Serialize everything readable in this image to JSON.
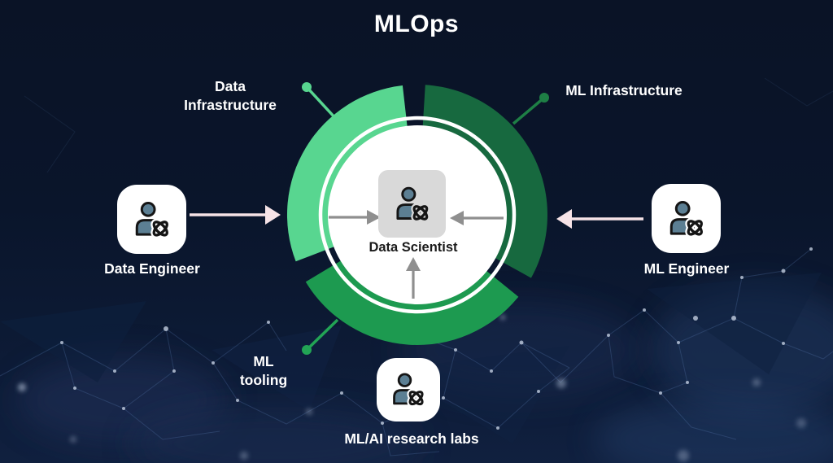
{
  "title": "MLOps",
  "donut": {
    "center_label": "Data Scientist",
    "segments": [
      {
        "name": "data-infrastructure",
        "label_line1": "Data",
        "label_line2": "Infrastructure",
        "color": "#58d690",
        "leader_color": "#58d690"
      },
      {
        "name": "ml-infrastructure",
        "label_line1": "ML Infrastructure",
        "label_line2": "",
        "color": "#17693f",
        "leader_color": "#1e7f45"
      },
      {
        "name": "ml-tooling",
        "label_line1": "ML",
        "label_line2": "tooling",
        "color": "#1d9a50",
        "leader_color": "#22a455"
      }
    ]
  },
  "roles": [
    {
      "name": "data-engineer",
      "label": "Data Engineer"
    },
    {
      "name": "ml-engineer",
      "label": "ML Engineer"
    },
    {
      "name": "ml-ai-research-labs",
      "label": "ML/AI research labs"
    }
  ],
  "colors": {
    "background": "#0b1630",
    "arrow-pink": "#f6e3e7",
    "arrow-gray": "#8f8f8f",
    "ring-white": "#ffffff",
    "card-white": "#ffffff",
    "center-box-gray": "#d9d9d9",
    "person-fill": "#5c7f93",
    "icon-stroke": "#151515",
    "text-light": "#ffffff",
    "text-dark": "#1a1a1a"
  }
}
